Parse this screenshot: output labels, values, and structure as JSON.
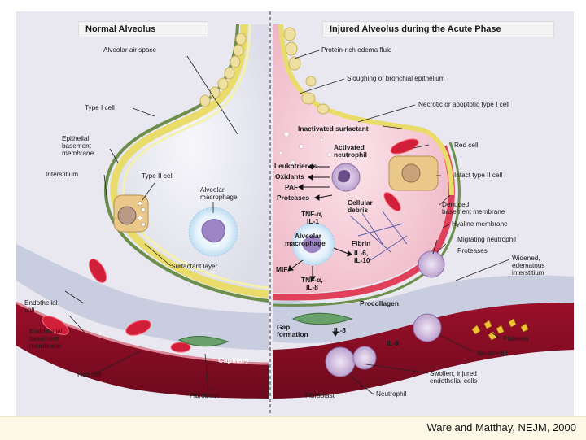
{
  "titles": {
    "left": "Normal Alveolus",
    "right": "Injured Alveolus during the Acute Phase"
  },
  "left_labels": {
    "alveolar_air_space": "Alveolar air space",
    "type1_cell": "Type I cell",
    "epithelial_bm_1": "Epithelial",
    "epithelial_bm_2": "basement",
    "epithelial_bm_3": "membrane",
    "interstitium": "Interstitium",
    "type2_cell": "Type II cell",
    "alveolar_macrophage_1": "Alveolar",
    "alveolar_macrophage_2": "macrophage",
    "surfactant_layer": "Surfactant layer",
    "endothelial_cell_1": "Endothelial",
    "endothelial_cell_2": "cell",
    "endothelial_bm_1": "Endothelial",
    "endothelial_bm_2": "basement",
    "endothelial_bm_3": "membrane",
    "red_cell": "Red cell",
    "capillary": "Capillary",
    "fibroblast": "Fibroblast"
  },
  "right_labels": {
    "edema_fluid": "Protein-rich edema fluid",
    "sloughing": "Sloughing of bronchial epithelium",
    "necrotic": "Necrotic or apoptotic type I cell",
    "inactivated_surfactant": "Inactivated surfactant",
    "activated_neutrophil_1": "Activated",
    "activated_neutrophil_2": "neutrophil",
    "red_cell": "Red cell",
    "leukotrienes": "Leukotrienes",
    "oxidants": "Oxidants",
    "intact_type2": "Intact type II cell",
    "paf": "PAF",
    "proteases_left": "Proteases",
    "cellular_debris_1": "Cellular",
    "cellular_debris_2": "debris",
    "denuded_bm_1": "Denuded",
    "denuded_bm_2": "basement membrane",
    "tnf_il1_1": "TNF-α,",
    "tnf_il1_2": "IL-1",
    "hyaline_membrane": "Hyaline membrane",
    "alveolar_macrophage_1": "Alveolar",
    "alveolar_macrophage_2": "macrophage",
    "fibrin": "Fibrin",
    "migrating_neutrophil": "Migrating neutrophil",
    "il6_il10_1": "IL-6,",
    "il6_il10_2": "IL-10",
    "proteases_right": "Proteases",
    "widened_1": "Widened,",
    "widened_2": "edematous",
    "widened_3": "interstitium",
    "mif": "MIF",
    "tnf_il8_1": "TNF-α,",
    "tnf_il8_2": "IL-8",
    "procollagen": "Procollagen",
    "gap_formation_1": "Gap",
    "gap_formation_2": "formation",
    "il8_a": "IL-8",
    "il8_b": "IL-8",
    "platelets": "Platelets",
    "neutrophil_mid": "Neutrophil",
    "swollen_1": "Swollen, injured",
    "swollen_2": "endothelial cells",
    "fibroblast": "Fibroblast",
    "neutrophil_bottom": "Neutrophil"
  },
  "footer": {
    "credit": "Ware and Matthay, NEJM, 2000"
  }
}
